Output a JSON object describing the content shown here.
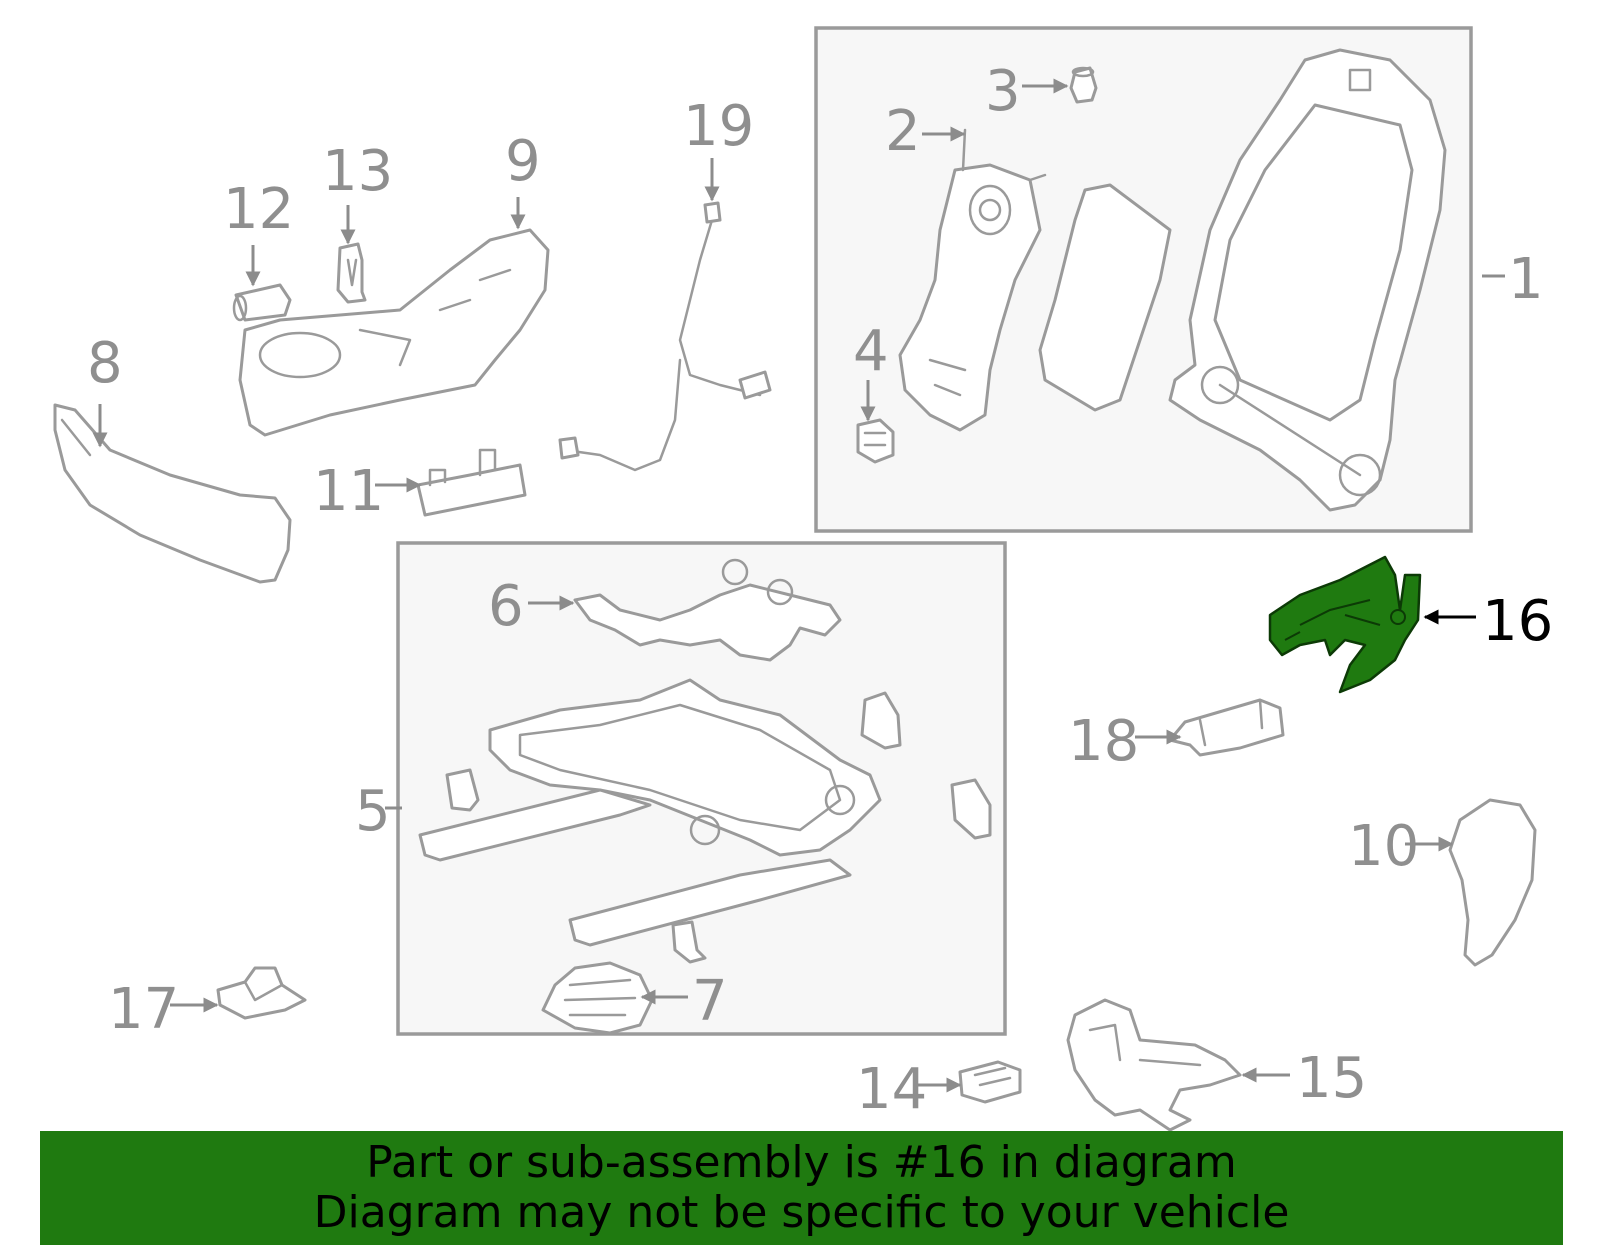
{
  "callouts": {
    "c1": "1",
    "c2": "2",
    "c3": "3",
    "c4": "4",
    "c5": "5",
    "c6": "6",
    "c7": "7",
    "c8": "8",
    "c9": "9",
    "c10": "10",
    "c11": "11",
    "c12": "12",
    "c13": "13",
    "c14": "14",
    "c15": "15",
    "c16": "16",
    "c17": "17",
    "c18": "18",
    "c19": "19"
  },
  "highlighted_part": "16",
  "highlight_color": "#1f7a10",
  "banner": {
    "line1": "Part or sub-assembly is #16 in diagram",
    "line2": "Diagram may not be specific to your vehicle"
  }
}
